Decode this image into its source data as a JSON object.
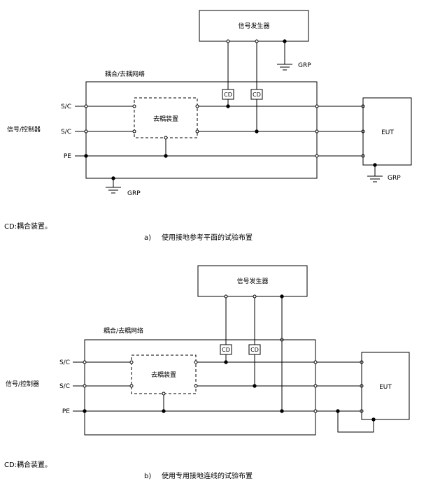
{
  "diagram_a": {
    "signal_generator": "信号发生器",
    "grp_top": "GRP",
    "network_title": "耦合/去耦网络",
    "sc1": "S/C",
    "sc2": "S/C",
    "side_label": "信号/控制器",
    "pe": "PE",
    "decoupler": "去耦装置",
    "cd1": "CD",
    "cd2": "CD",
    "eut": "EUT",
    "grp_eut": "GRP",
    "grp_bottom": "GRP",
    "note": "CD:耦合装置。",
    "caption_letter": "a)",
    "caption": "使用接地参考平面的试验布置"
  },
  "diagram_b": {
    "signal_generator": "信号发生器",
    "network_title": "耦合/去耦网络",
    "sc1": "S/C",
    "sc2": "S/C",
    "side_label": "信号/控制器",
    "pe": "PE",
    "decoupler": "去耦装置",
    "cd1": "CD",
    "cd2": "CD",
    "eut": "EUT",
    "note": "CD:耦合装置。",
    "caption_letter": "b)",
    "caption": "使用专用接地连线的试验布置"
  }
}
